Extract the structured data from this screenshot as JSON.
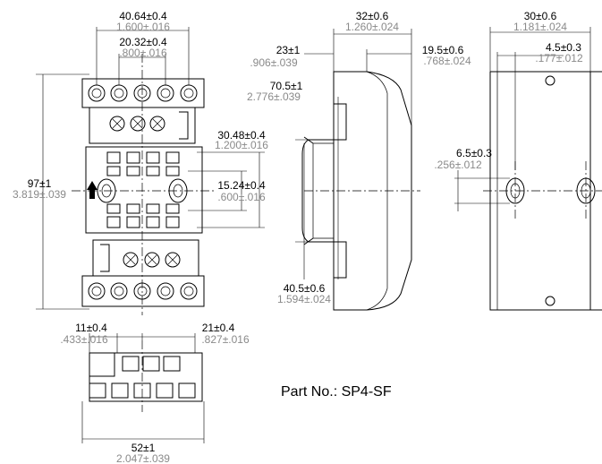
{
  "part_label": "Part No.: SP4-SF",
  "dimensions": {
    "top_width": {
      "mm": "40.64±0.4",
      "inch": "1.600±.016"
    },
    "top_pitch": {
      "mm": "20.32±0.4",
      "inch": ".800±.016"
    },
    "row_pitch": {
      "mm": "30.48±0.4",
      "inch": "1.200±.016"
    },
    "center_pitch": {
      "mm": "15.24±0.4",
      "inch": ".600±.016"
    },
    "height": {
      "mm": "97±1",
      "inch": "3.819±.039"
    },
    "bottom_left": {
      "mm": "11±0.4",
      "inch": ".433±.016"
    },
    "bottom_right": {
      "mm": "21±0.4",
      "inch": ".827±.016"
    },
    "bottom_width": {
      "mm": "52±1",
      "inch": "2.047±.039"
    },
    "side_depth": {
      "mm": "32±0.6",
      "inch": "1.260±.024"
    },
    "side_left": {
      "mm": "23±1",
      "inch": ".906±.039"
    },
    "side_right": {
      "mm": "19.5±0.6",
      "inch": ".768±.024"
    },
    "side_height": {
      "mm": "70.5±1",
      "inch": "2.776±.039"
    },
    "side_base": {
      "mm": "40.5±0.6",
      "inch": "1.594±.024"
    },
    "end_depth": {
      "mm": "30±0.6",
      "inch": "1.181±.024"
    },
    "end_offset": {
      "mm": "4.5±0.3",
      "inch": ".177±.012"
    },
    "hole_dia": {
      "mm": "6.5±0.3",
      "inch": ".256±.012"
    }
  }
}
